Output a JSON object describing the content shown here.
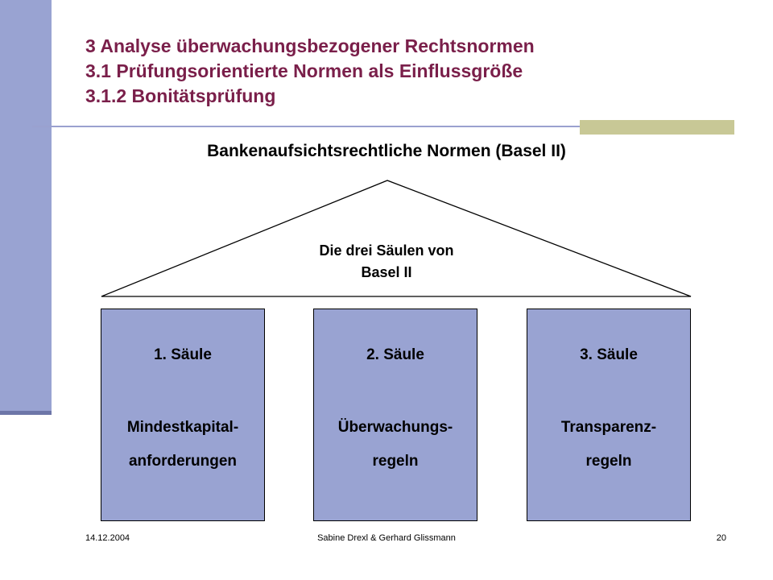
{
  "header": {
    "line1": "3 Analyse überwachungsbezogener Rechtsnormen",
    "line2": "3.1 Prüfungsorientierte Normen als Einflussgröße",
    "line3": "3.1.2 Bonitätsprüfung"
  },
  "diagram": {
    "title": "Bankenaufsichtsrechtliche Normen (Basel II)",
    "roof_line1": "Die drei Säulen  von",
    "roof_line2": "Basel II",
    "pillars": [
      {
        "number": "1. Säule",
        "desc_line1": "Mindestkapital-",
        "desc_line2": "anforderungen"
      },
      {
        "number": "2. Säule",
        "desc_line1": "Überwachungs-",
        "desc_line2": "regeln"
      },
      {
        "number": "3. Säule",
        "desc_line1": "Transparenz-",
        "desc_line2": "regeln"
      }
    ]
  },
  "footer": {
    "date": "14.12.2004",
    "author": "Sabine Drexl & Gerhard Glissmann",
    "page": "20"
  },
  "colors": {
    "accent_bar": "#99a3d2",
    "title_text": "#7a1f4a",
    "pillar_fill": "#99a3d2",
    "accent_block": "#c8c896"
  }
}
